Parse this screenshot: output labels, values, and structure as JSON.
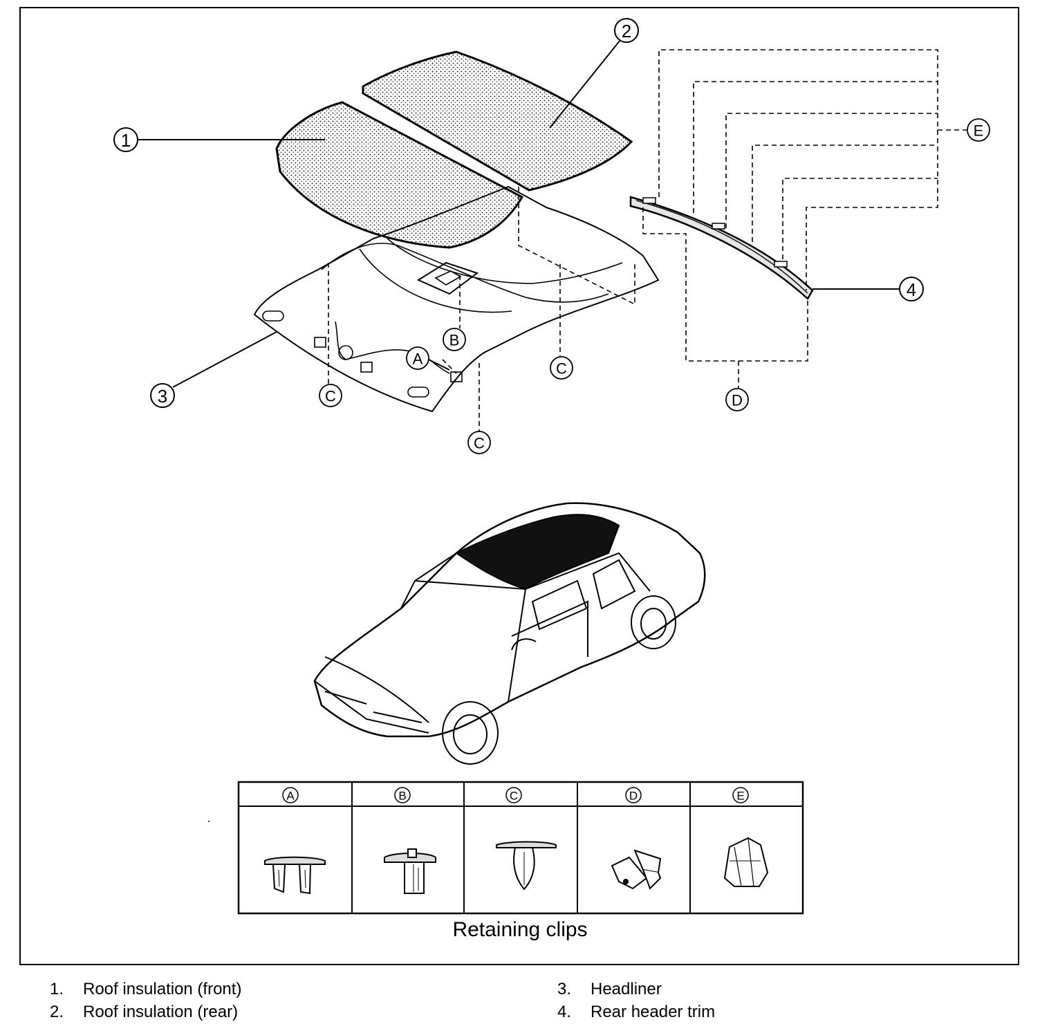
{
  "callouts": [
    "1",
    "2",
    "3",
    "4"
  ],
  "clip_letters": [
    "A",
    "B",
    "C",
    "D",
    "E"
  ],
  "diagram_letters": {
    "a": "A",
    "b": "B",
    "c1": "C",
    "c2": "C",
    "c3": "C",
    "d": "D",
    "e": "E"
  },
  "clips_caption": "Retaining clips",
  "legend": [
    {
      "num": "1.",
      "label": "Roof insulation (front)"
    },
    {
      "num": "2.",
      "label": "Roof insulation (rear)"
    },
    {
      "num": "3.",
      "label": "Headliner"
    },
    {
      "num": "4.",
      "label": "Rear header trim"
    }
  ]
}
